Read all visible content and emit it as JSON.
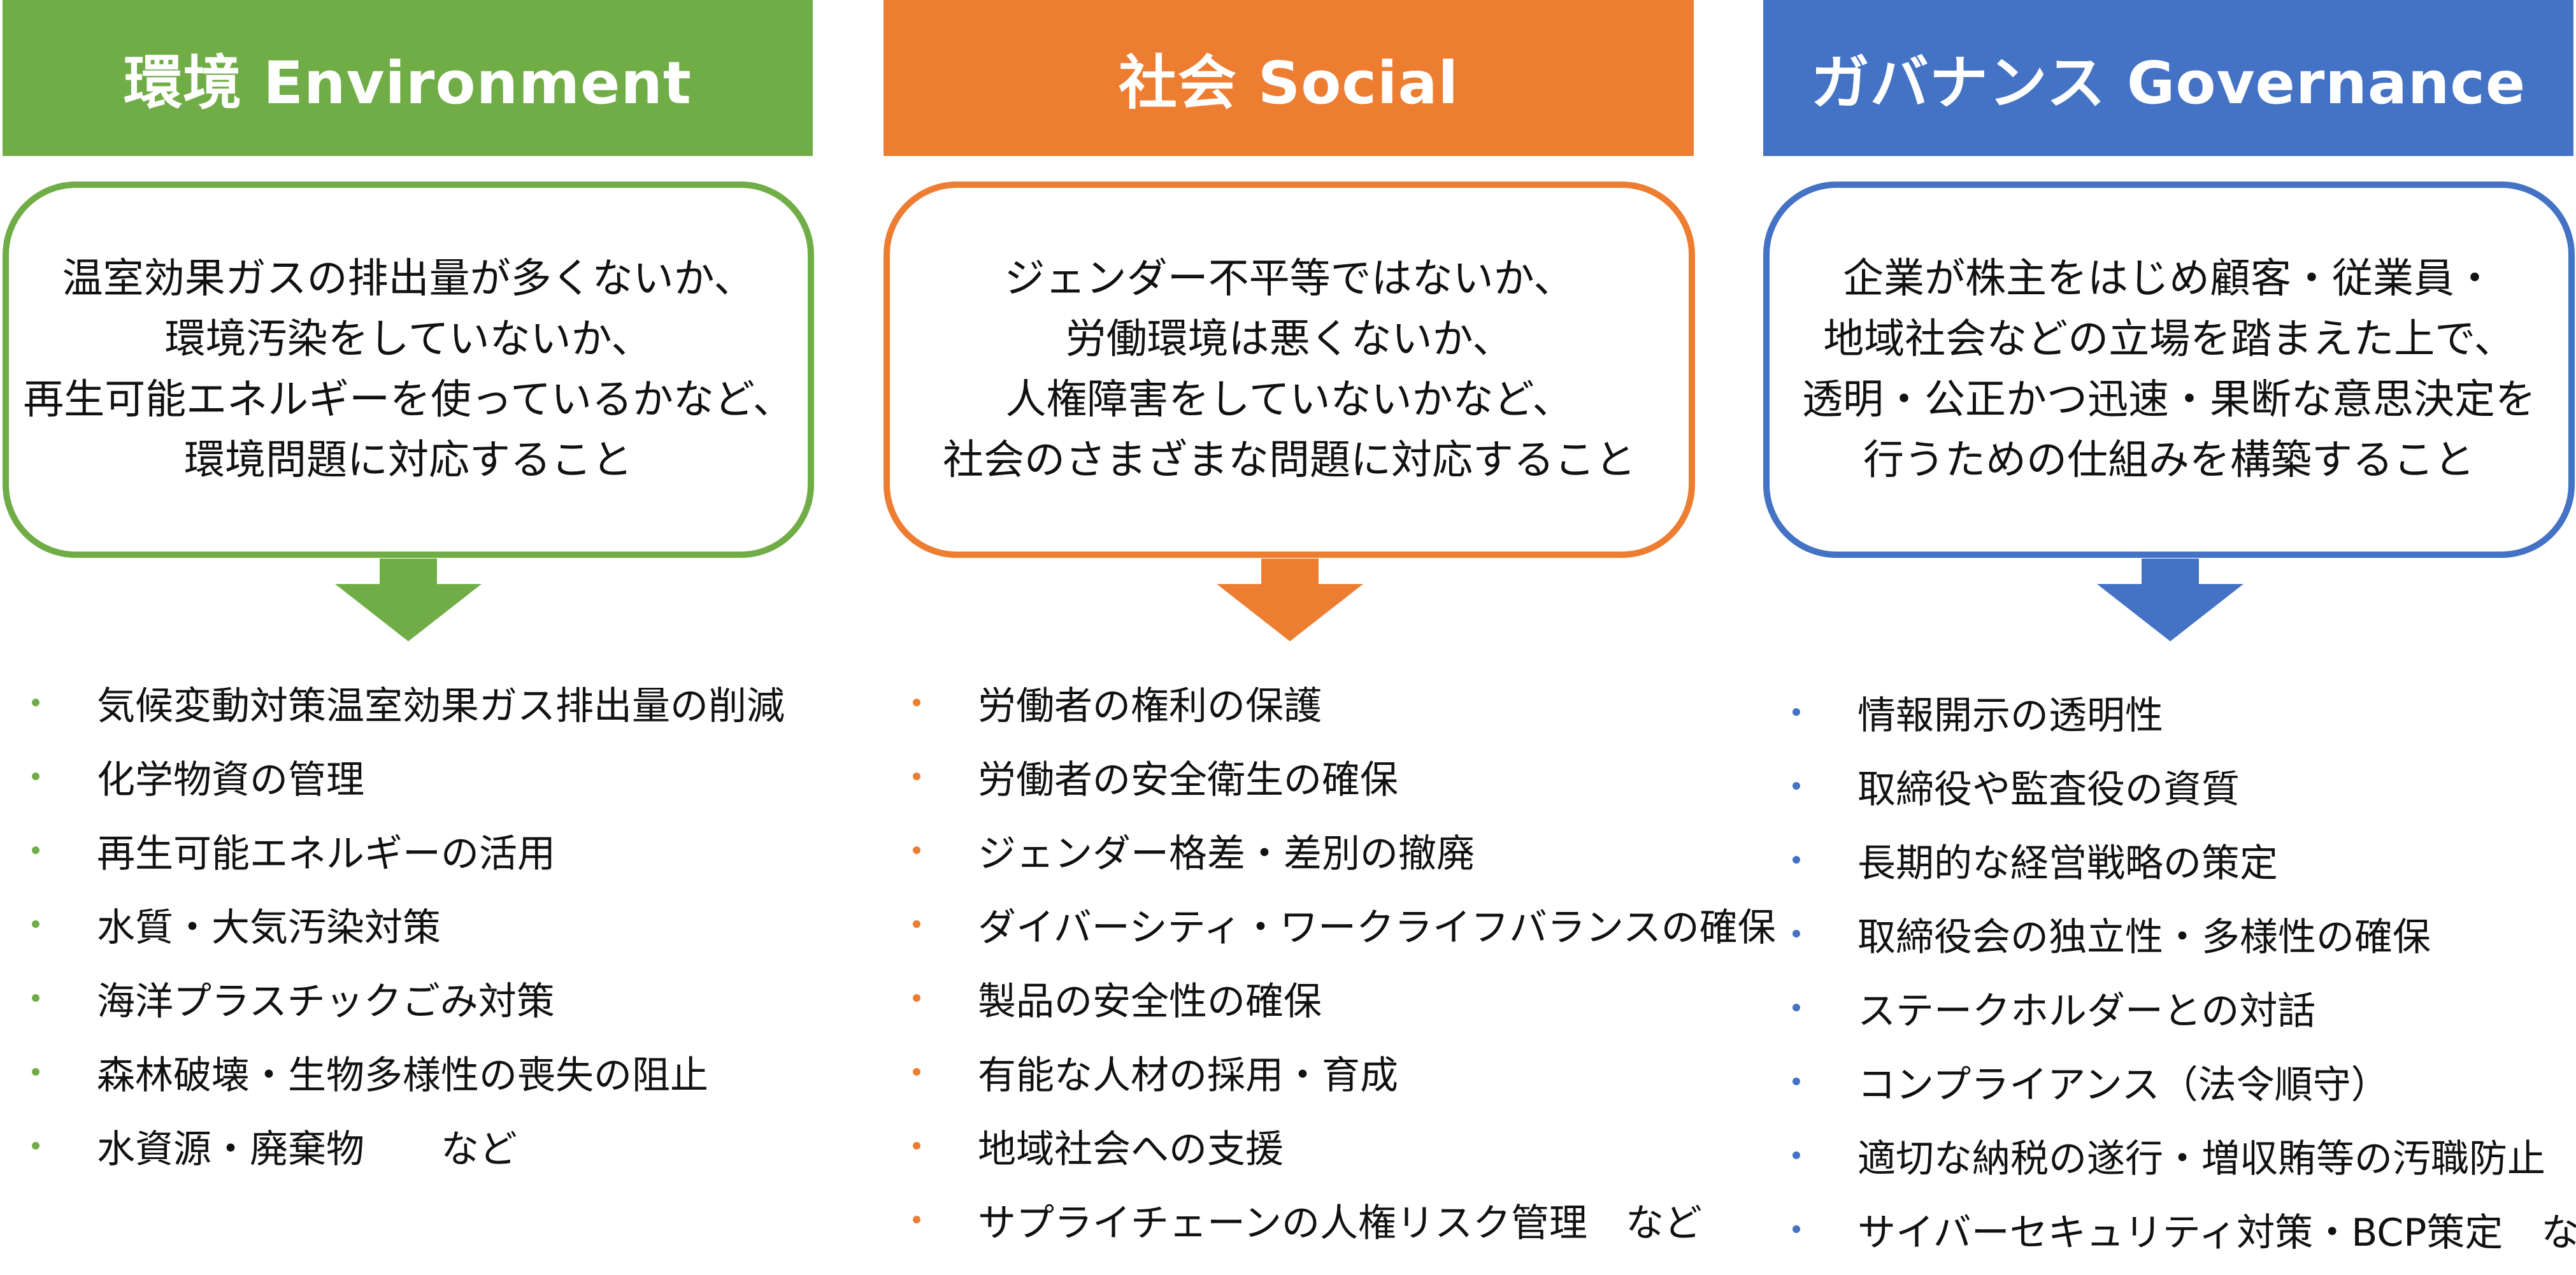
{
  "columns": [
    {
      "id": "environment",
      "color": "#70AD47",
      "title": "環境 Environment",
      "box_lines": [
        "温室効果ガスの排出量が多くないか、",
        "環境汚染をしていないか、",
        "再生可能エネルギーを使っているかなど、",
        "環境問題に対応すること"
      ],
      "items": [
        "気候変動対策温室効果ガス排出量の削減",
        "化学物資の管理",
        "再生可能エネルギーの活用",
        "水質・大気汚染対策",
        "海洋プラスチックごみ対策",
        "森林破壊・生物多様性の喪失の阻止",
        "水資源・廃棄物　　など"
      ]
    },
    {
      "id": "social",
      "color": "#ED7D31",
      "title": "社会 Social",
      "box_lines": [
        "ジェンダー不平等ではないか、",
        "労働環境は悪くないか、",
        "人権障害をしていないかなど、",
        "社会のさまざまな問題に対応すること"
      ],
      "items": [
        "労働者の権利の保護",
        "労働者の安全衛生の確保",
        "ジェンダー格差・差別の撤廃",
        "ダイバーシティ・ワークライフバランスの確保",
        "製品の安全性の確保",
        "有能な人材の採用・育成",
        "地域社会への支援",
        "サプライチェーンの人権リスク管理　など"
      ]
    },
    {
      "id": "governance",
      "color": "#4472C4",
      "title": "ガバナンス Governance",
      "box_lines": [
        "企業が株主をはじめ顧客・従業員・",
        "地域社会などの立場を踏まえた上で、",
        "透明・公正かつ迅速・果断な意思決定を",
        "行うための仕組みを構築すること"
      ],
      "items": [
        "情報開示の透明性",
        "取締役や監査役の資質",
        "長期的な経営戦略の策定",
        "取締役会の独立性・多様性の確保",
        "ステークホルダーとの対話",
        "コンプライアンス（法令順守）",
        "適切な納税の遂行・増収賄等の汚職防止",
        "サイバーセキュリティ対策・BCP策定　など"
      ]
    }
  ]
}
